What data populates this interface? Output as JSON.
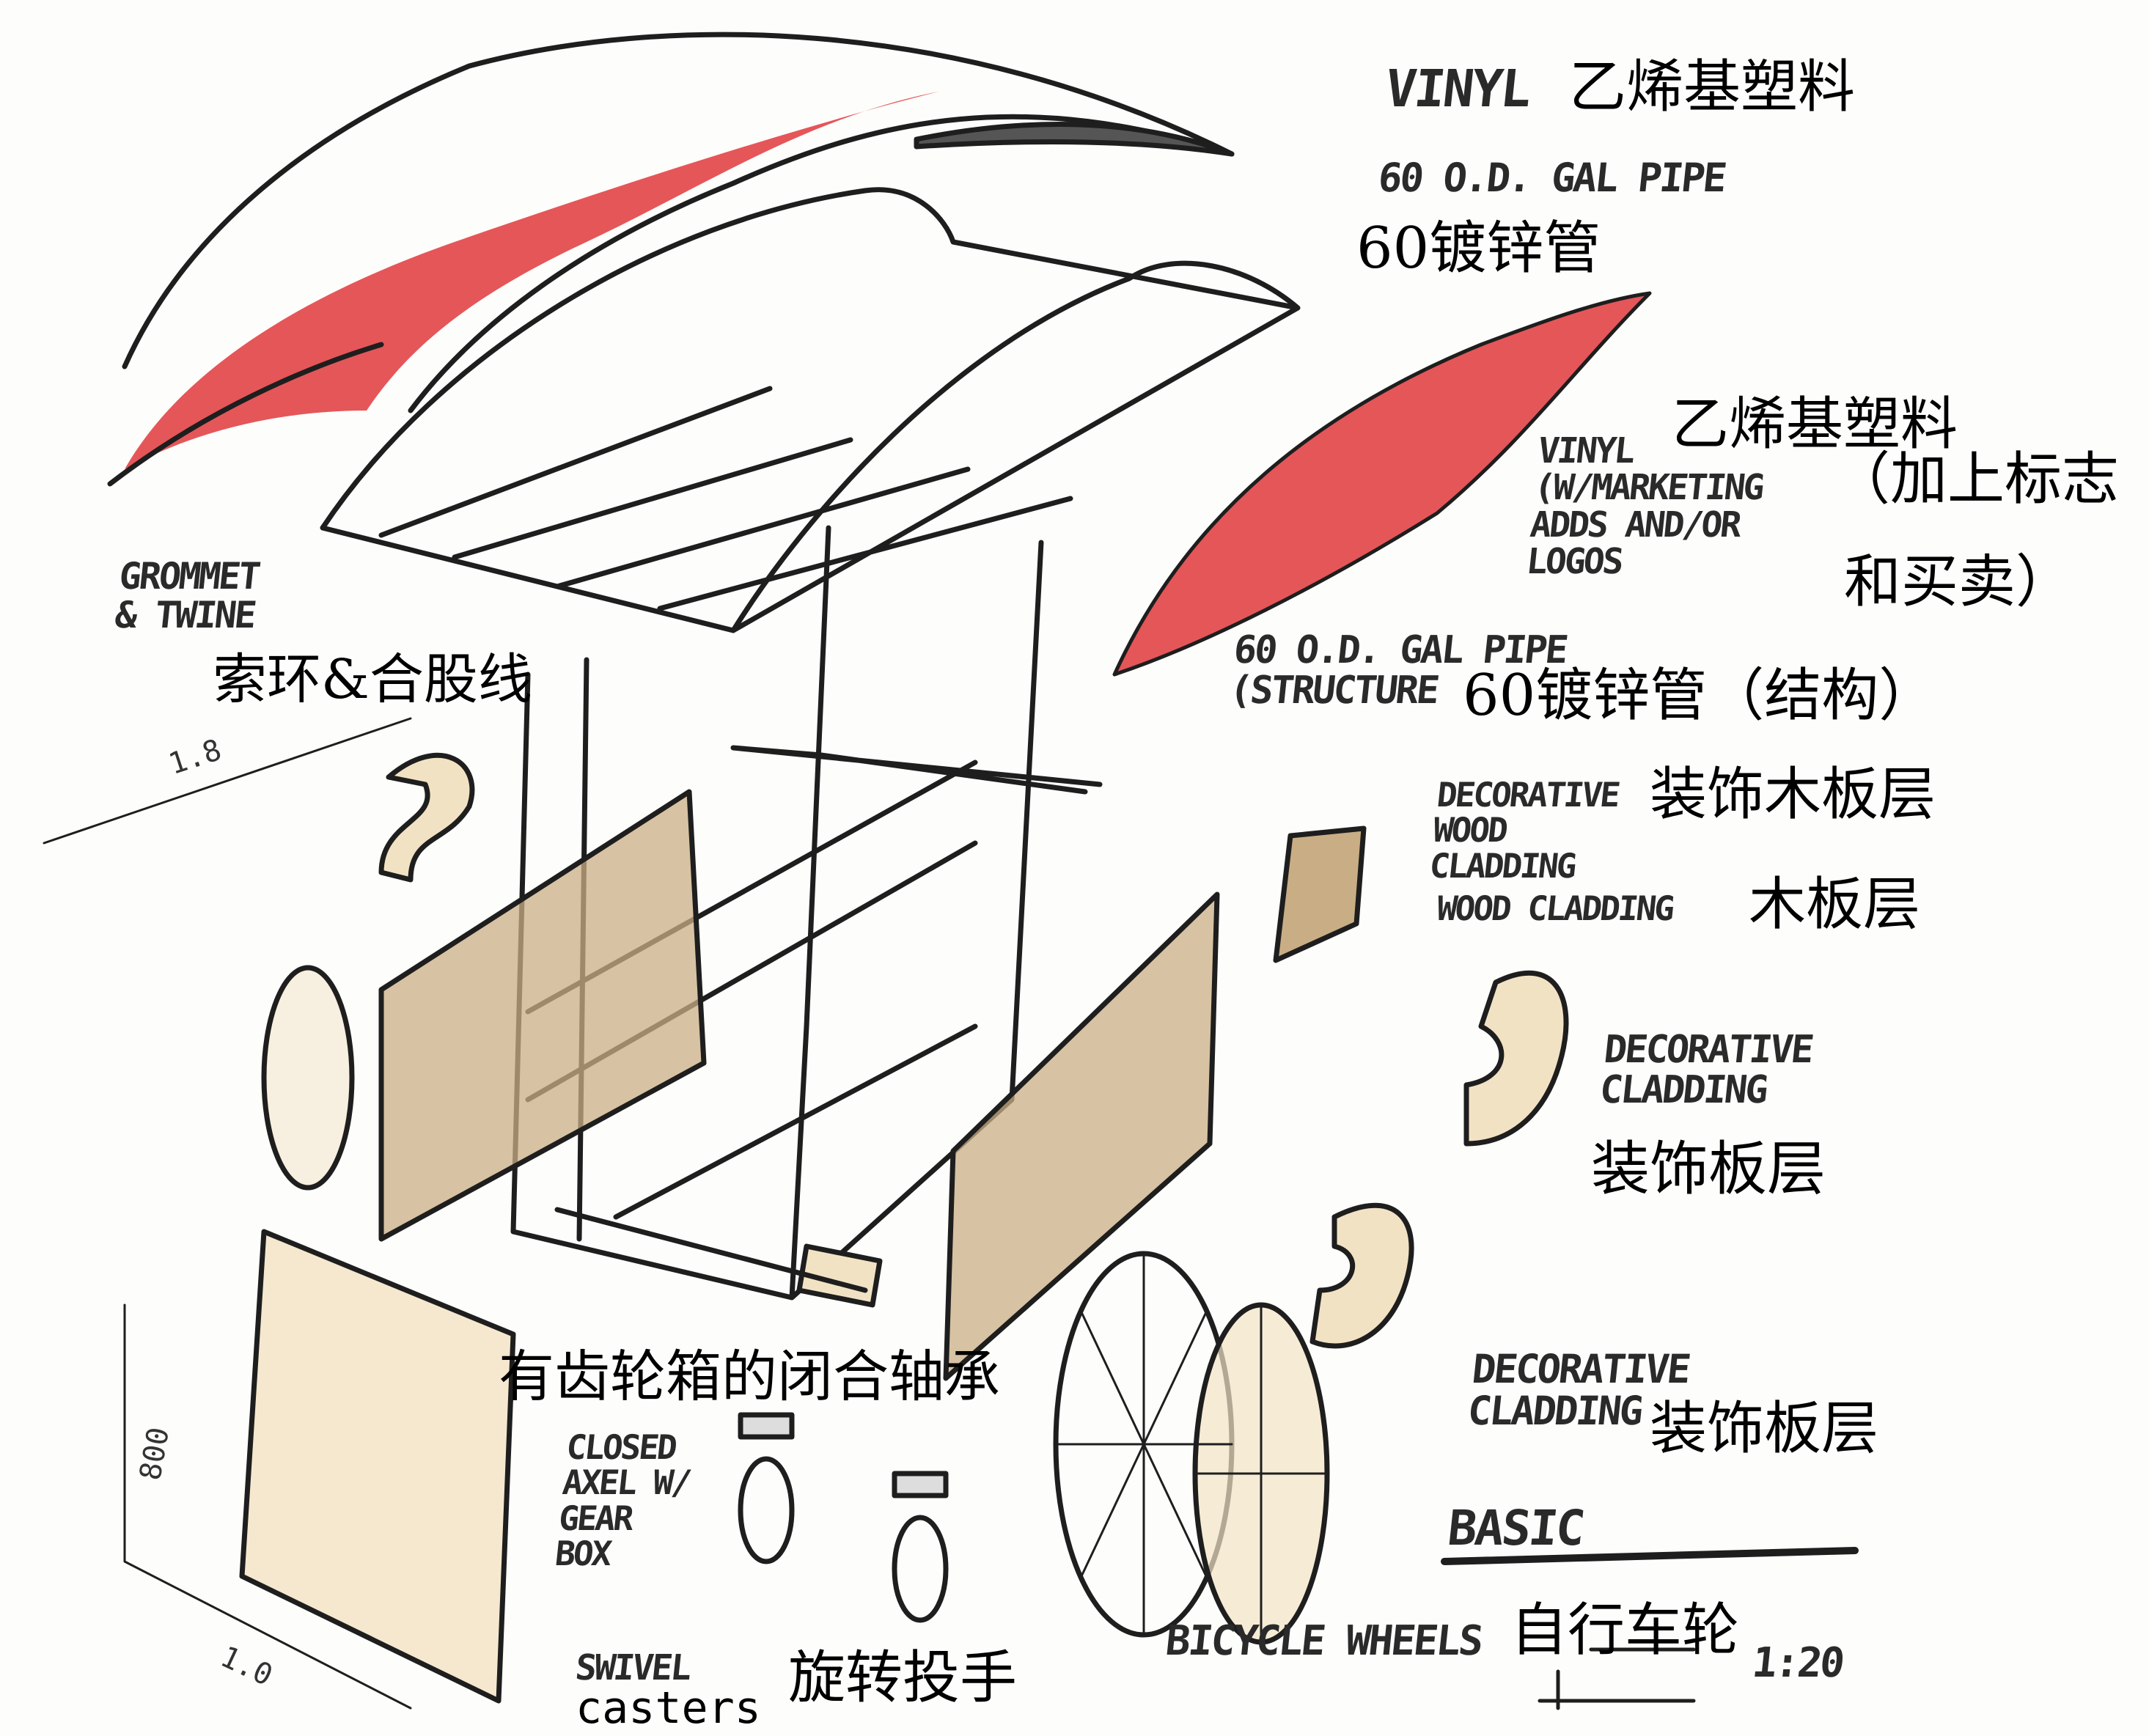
{
  "colors": {
    "vinyl": "#e0383c",
    "wood": "#c9ad85",
    "cream": "#f2e2c4",
    "ink": "#1e1e1e"
  },
  "labels": {
    "vinyl_top": {
      "en": "VINYL",
      "zh": "乙烯基塑料"
    },
    "pipe_top": {
      "en": "60 O.D. GAL PIPE",
      "zh": "60镀锌管"
    },
    "vinyl_side": {
      "en": "VINYL\n(W/MARKETING\nADDS AND/OR\nLOGOS",
      "zh1": "乙烯基塑料",
      "zh2": "（加上标志",
      "zh3": "和买卖）"
    },
    "grommet": {
      "en": "GROMMET\n& TWINE",
      "zh": "索环&合股线"
    },
    "pipe_structure": {
      "en": "60 O.D. GAL PIPE\n(STRUCTURE",
      "zh": "60镀锌管（结构）"
    },
    "deco_wood": {
      "en": "DECORATIVE\nWOOD\nCLADDING",
      "zh": "装饰木板层"
    },
    "wood_cladding": {
      "en": "WOOD CLADDING",
      "zh": "木板层"
    },
    "deco_cladding_1": {
      "en": "DECORATIVE\nCLADDING",
      "zh": "装饰板层"
    },
    "axle": {
      "en": "CLOSED\nAXEL W/\nGEAR\nBOX",
      "zh": "有齿轮箱的闭合轴承"
    },
    "deco_cladding_2": {
      "en": "DECORATIVE\nCLADDING",
      "zh": "装饰板层"
    },
    "basic": {
      "en": "BASIC"
    },
    "wheels": {
      "en": "BICYCLE WHEELS",
      "zh": "自行车轮"
    },
    "scale": {
      "text": "1:20"
    },
    "casters": {
      "en": "SWIVEL",
      "en2": "casters",
      "zh": "旋转投手"
    }
  },
  "dimensions": {
    "length": "1.8",
    "height": "800",
    "width": "1.0"
  }
}
